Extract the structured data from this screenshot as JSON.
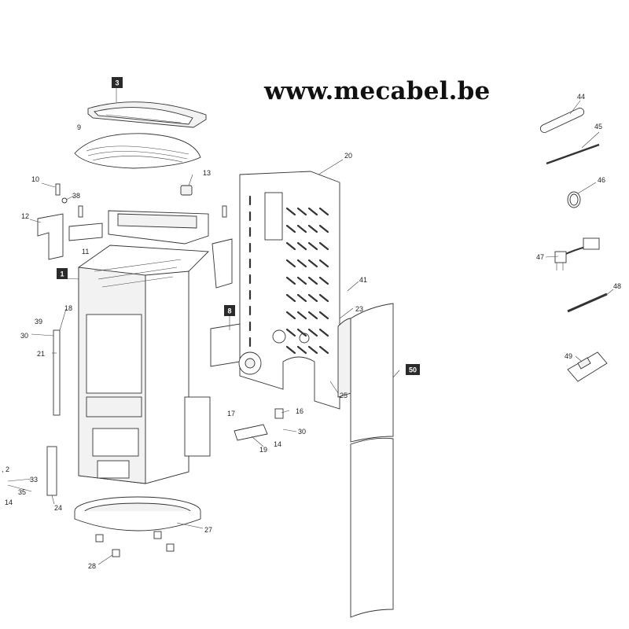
{
  "watermark": "www.mecabel.be",
  "callouts": {
    "c1": "1",
    "c3": "3",
    "c8": "8",
    "c50": "50",
    "c2": ", 2",
    "c9": "9",
    "c10": "10",
    "c11": "11",
    "c12": "12",
    "c13": "13",
    "c14a": "14",
    "c14b": "14",
    "c16": "16",
    "c17": "17",
    "c18": "18",
    "c19": "19",
    "c20": "20",
    "c21": "21",
    "c23": "23",
    "c24": "24",
    "c25": "25",
    "c27": "27",
    "c28": "28",
    "c30a": "30",
    "c30b": "30",
    "c33": "33",
    "c35": "35",
    "c38": "38",
    "c39": "39",
    "c41": "41",
    "c44": "44",
    "c45": "45",
    "c46": "46",
    "c47": "47",
    "c48": "48",
    "c49": "49"
  }
}
